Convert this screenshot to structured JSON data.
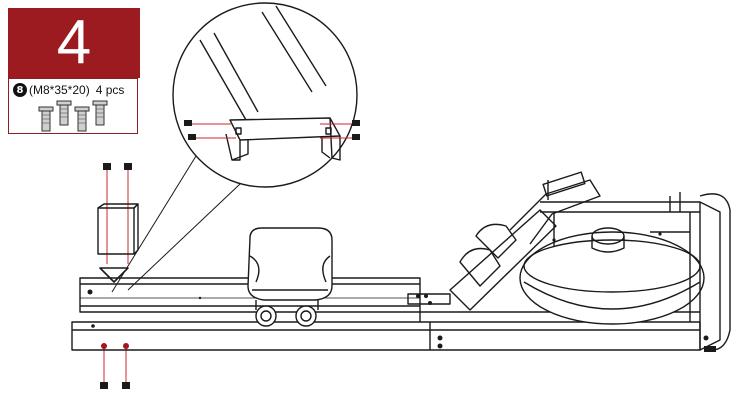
{
  "step": {
    "number": "4",
    "badge_color": "#9b1b20"
  },
  "parts": {
    "index": "8",
    "spec": "(M8*35*20)",
    "quantity": "4 pcs",
    "icon": "bolt-icon"
  },
  "colors": {
    "line": "#1a1a1a",
    "guide": "#d0262b"
  }
}
